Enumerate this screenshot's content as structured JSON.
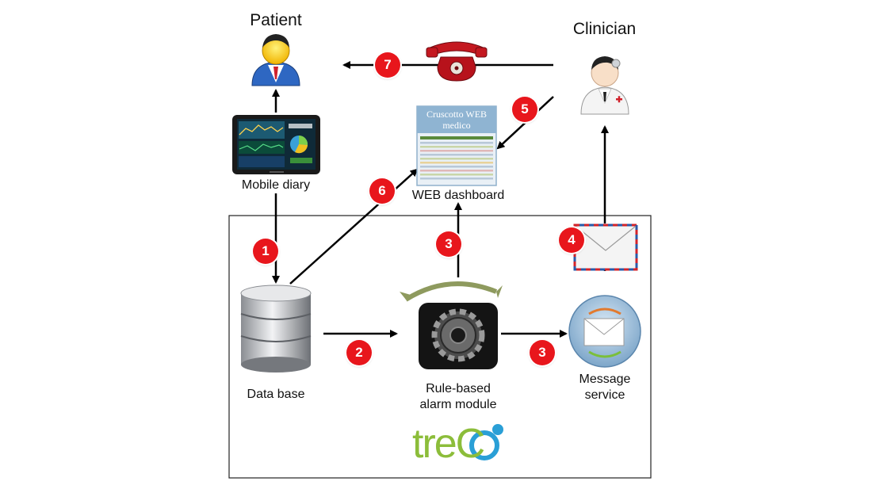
{
  "actors": {
    "patient": "Patient",
    "clinician": "Clinician"
  },
  "components": {
    "mobile_diary": "Mobile diary",
    "web_dashboard": "WEB dashboard",
    "dashboard_screen_title": "Cruscotto WEB medico",
    "database": "Data base",
    "alarm_module": "Rule-based alarm module",
    "message_service": "Message service"
  },
  "steps": {
    "s1": "1",
    "s2": "2",
    "s3a": "3",
    "s3b": "3",
    "s4": "4",
    "s5": "5",
    "s6": "6",
    "s7": "7"
  },
  "logo": "treC",
  "colors": {
    "badge": "#e8161c",
    "phone": "#b7121b",
    "logo_green": "#8cbd3a",
    "logo_blue": "#2a9fd6"
  }
}
